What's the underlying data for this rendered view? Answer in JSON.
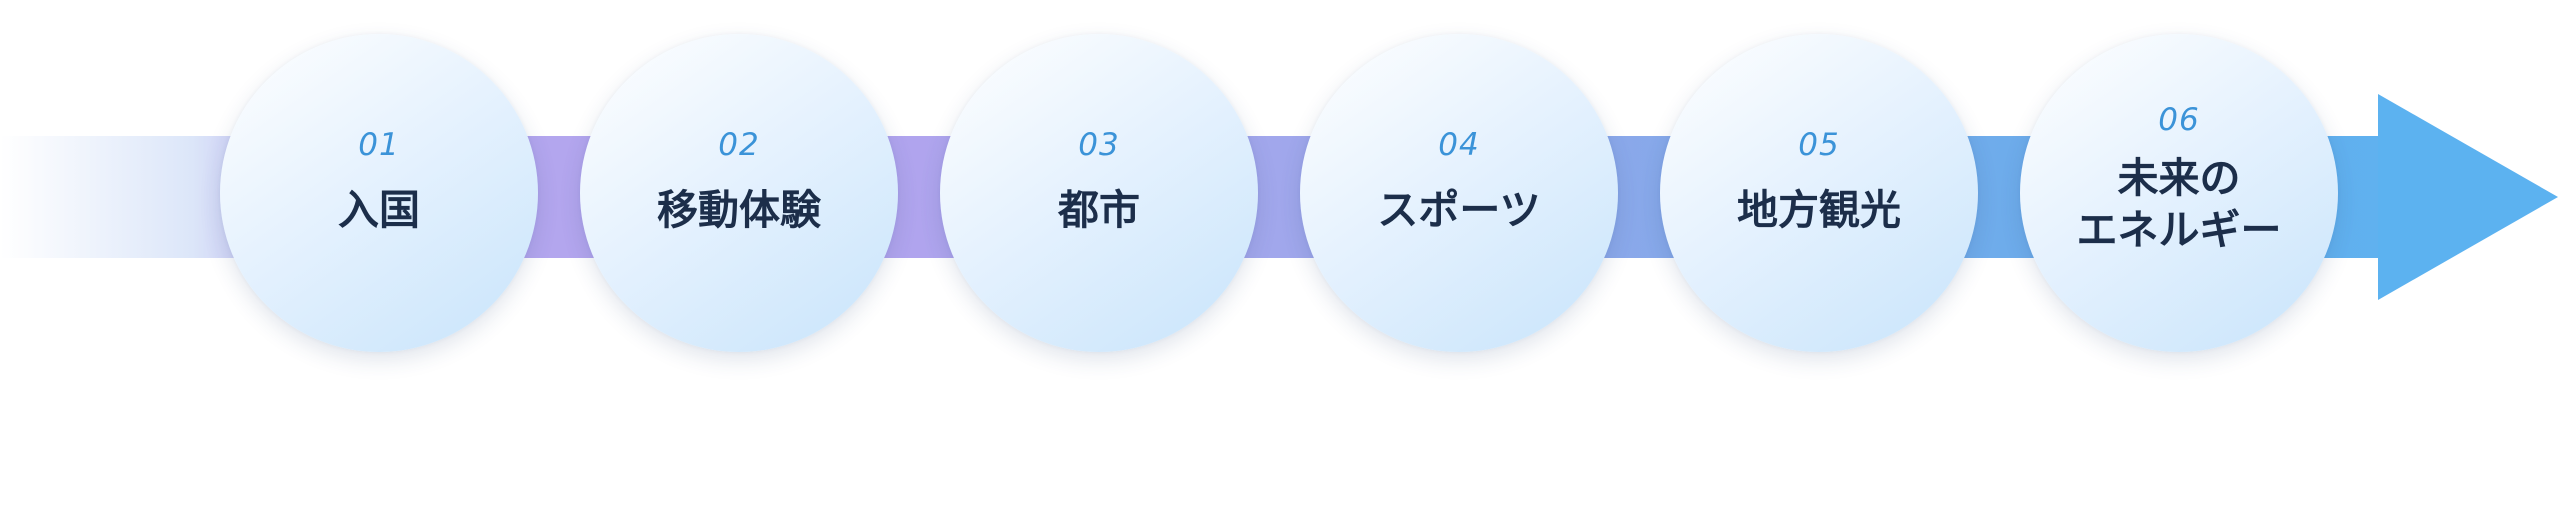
{
  "steps": [
    {
      "number": "01",
      "label": "入国"
    },
    {
      "number": "02",
      "label": "移動体験"
    },
    {
      "number": "03",
      "label": "都市"
    },
    {
      "number": "04",
      "label": "スポーツ"
    },
    {
      "number": "05",
      "label": "地方観光"
    },
    {
      "number": "06",
      "label_line1": "未来の",
      "label_line2": "エネルギー"
    }
  ],
  "colors": {
    "band_start": "#b4a7ee",
    "band_end": "#5fb1ef",
    "number_text": "#3b93d8",
    "label_text": "#1c2e4a",
    "circle_light": "#ffffff",
    "circle_tint": "#c8e4fb"
  }
}
